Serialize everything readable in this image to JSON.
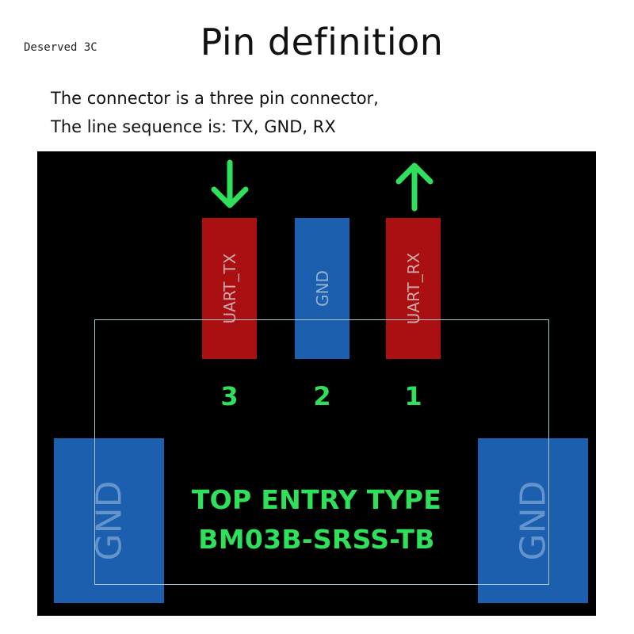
{
  "brand": "Deserved 3C",
  "title": "Pin definition",
  "description": {
    "line1": "The connector is a three pin connector,",
    "line2": "The line sequence is: TX, GND, RX"
  },
  "diagram": {
    "pins": [
      {
        "number": "3",
        "label": "UART_TX",
        "color": "#aa0f12",
        "direction": "down"
      },
      {
        "number": "2",
        "label": "GND",
        "color": "#1b5fae"
      },
      {
        "number": "1",
        "label": "UART_RX",
        "color": "#aa0f12",
        "direction": "up"
      }
    ],
    "pads": {
      "left": "GND",
      "right": "GND",
      "color": "#1b5fae"
    },
    "model_line1": "TOP ENTRY TYPE",
    "model_line2": "BM03B-SRSS-TB",
    "accent_color": "#2ee05a",
    "background_color": "#000000"
  }
}
